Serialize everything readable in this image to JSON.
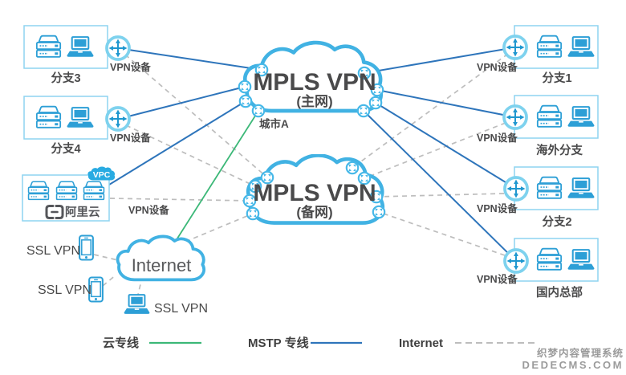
{
  "diagram": {
    "main_cloud": {
      "title": "MPLS VPN",
      "subtitle": "(主网)",
      "caption": "城市A"
    },
    "backup_cloud": {
      "title": "MPLS VPN",
      "subtitle": "(备网)"
    },
    "internet_cloud": {
      "title": "Internet"
    },
    "sites": {
      "branch3": {
        "label": "分支3",
        "device": "VPN设备"
      },
      "branch4": {
        "label": "分支4",
        "device": "VPN设备"
      },
      "aliyun": {
        "label": "阿里云",
        "badge": "VPC",
        "device": "VPN设备"
      },
      "branch1": {
        "label": "分支1",
        "device": "VPN设备"
      },
      "overseas": {
        "label": "海外分支",
        "device": "VPN设备"
      },
      "branch2": {
        "label": "分支2",
        "device": "VPN设备"
      },
      "hq": {
        "label": "国内总部",
        "device": "VPN设备"
      }
    },
    "ssl_clients": {
      "phone1": "SSL VPN",
      "phone2": "SSL VPN",
      "laptop": "SSL VPN"
    },
    "legend": {
      "cloud_line": {
        "label": "云专线",
        "color": "#3cb878",
        "style": "solid"
      },
      "mstp_line": {
        "label": "MSTP 专线",
        "color": "#2e75bb",
        "style": "solid"
      },
      "internet_line": {
        "label": "Internet",
        "color": "#bdbdbd",
        "style": "dashed"
      }
    },
    "watermark": {
      "line1": "织梦内容管理系统",
      "line2": "DEDECMS.COM"
    },
    "colors": {
      "icon_blue": "#2d9fd6",
      "router_ring": "#7ed2ee",
      "router_arrow": "#1f97cf",
      "cloud_blue": "#41b2e3",
      "node_blue": "#46b8e8",
      "box_border": "#8ed4f0",
      "mstp": "#2e75bb",
      "cloud_link": "#3cb878",
      "dashed": "#bdbdbd",
      "text": "#4a4a4b"
    }
  }
}
